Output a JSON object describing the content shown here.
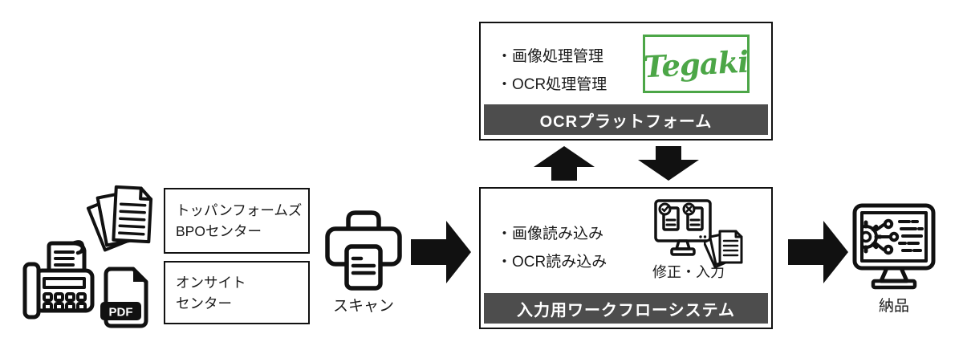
{
  "colors": {
    "ink": "#111111",
    "band_bg": "#4d4d4d",
    "band_text": "#ffffff",
    "tegaki_green": "#4ca647",
    "page_bg": "#ffffff"
  },
  "icons": {
    "fax": "fax-machine-icon",
    "documents": "documents-stack-icon",
    "pdf": "pdf-file-icon",
    "scanner": "scanner-printer-icon",
    "monitor_checklist": "monitor-checklist-icon",
    "papers": "papers-stack-icon",
    "delivery_monitor": "delivery-monitor-icon",
    "arrow_right": "block-arrow-right",
    "arrow_up": "block-arrow-up",
    "arrow_down": "block-arrow-down"
  },
  "input_sources": {
    "pdf_label": "PDF",
    "bpo_box": {
      "line1": "トッパンフォームズ",
      "line2": "BPOセンター"
    },
    "onsite_box": {
      "line1": "オンサイト",
      "line2": "センター"
    }
  },
  "scan_step": {
    "label": "スキャン"
  },
  "ocr_platform": {
    "bullet1": "・画像処理管理",
    "bullet2": "・OCR処理管理",
    "logo_text": "Tegaki",
    "band_label": "OCRプラットフォーム"
  },
  "workflow": {
    "bullet1": "・画像読み込み",
    "bullet2": "・OCR読み込み",
    "correction_label": "修正・入力",
    "band_label": "入力用ワークフローシステム"
  },
  "delivery": {
    "label": "納品"
  }
}
